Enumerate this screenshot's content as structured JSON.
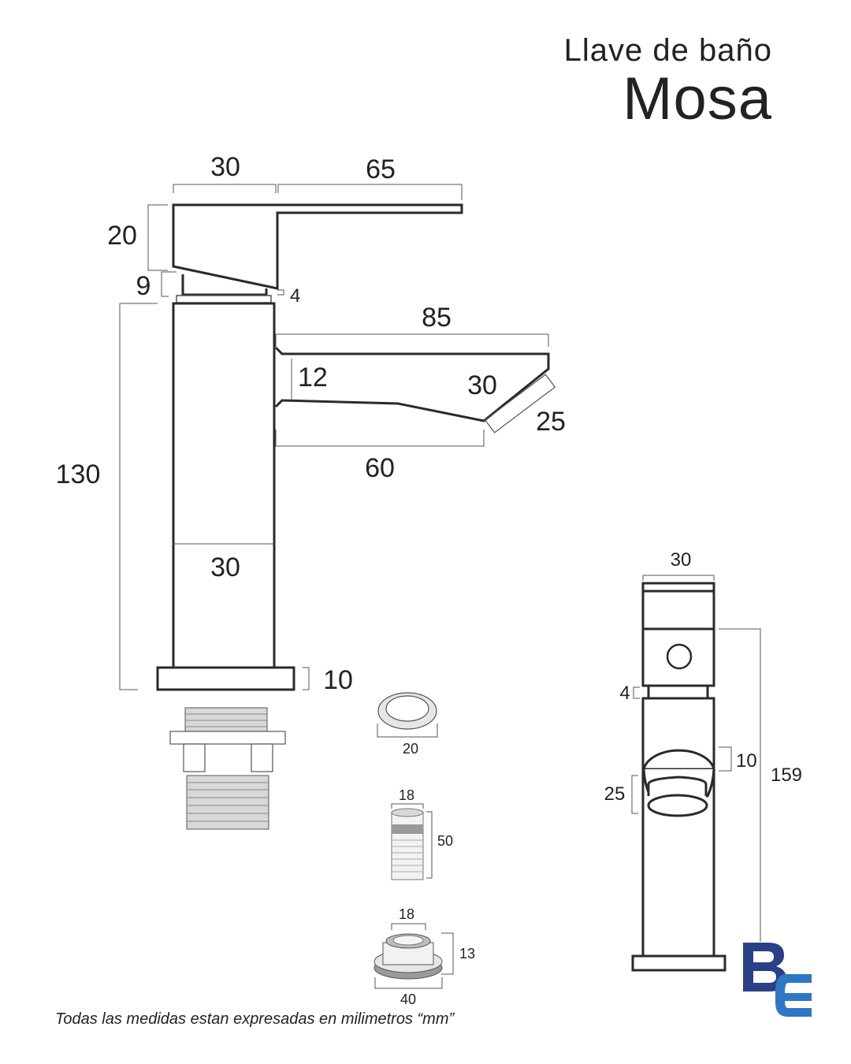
{
  "header": {
    "subtitle": "Llave de baño",
    "title": "Mosa"
  },
  "footnote": "Todas las medidas estan expresadas en milimetros “mm”",
  "logo": {
    "text": "BE",
    "colors": {
      "b": "#2b3f86",
      "e": "#2e77c4"
    }
  },
  "colors": {
    "line": "#2a2a2a",
    "dimension": "#555555",
    "thread_fill": "#d8d8d8",
    "thread_dark": "#9a9a9a"
  },
  "side_view_dimensions": {
    "handle_width": "30",
    "lever_length": "65",
    "handle_height": "20",
    "cartridge_height": "9",
    "gap": "4",
    "spout_length": "85",
    "spout_thickness": "12",
    "spout_tip_angle": "30",
    "spout_tip_width": "25",
    "spout_bottom_length": "60",
    "body_height": "130",
    "body_width": "30",
    "base_height": "10"
  },
  "front_view_dimensions": {
    "width": "30",
    "gap": "4",
    "outlet_height": "10",
    "outlet_diameter": "25",
    "total_height": "159"
  },
  "parts": {
    "washer_diameter": "20",
    "hose_diameter": "18",
    "hose_length": "50",
    "nut_inner": "18",
    "nut_height": "13",
    "nut_outer": "40"
  }
}
